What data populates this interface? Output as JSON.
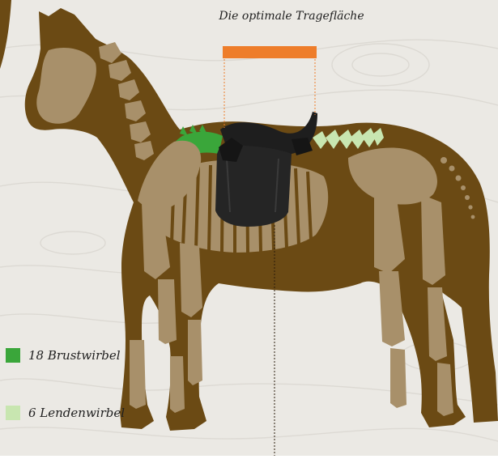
{
  "title": "Die optimale Tragefläche",
  "legend": [
    {
      "label": "18 Brustwirbel",
      "color": "#3aa63a"
    },
    {
      "label": "6 Lendenwirbel",
      "color": "#c8e6b0"
    }
  ],
  "colors": {
    "background": "#e9e7e2",
    "horse_body": "#6b4a14",
    "skeleton": "#a8906a",
    "saddle": "#1e1e1e",
    "marker": "#ee7d2a"
  }
}
